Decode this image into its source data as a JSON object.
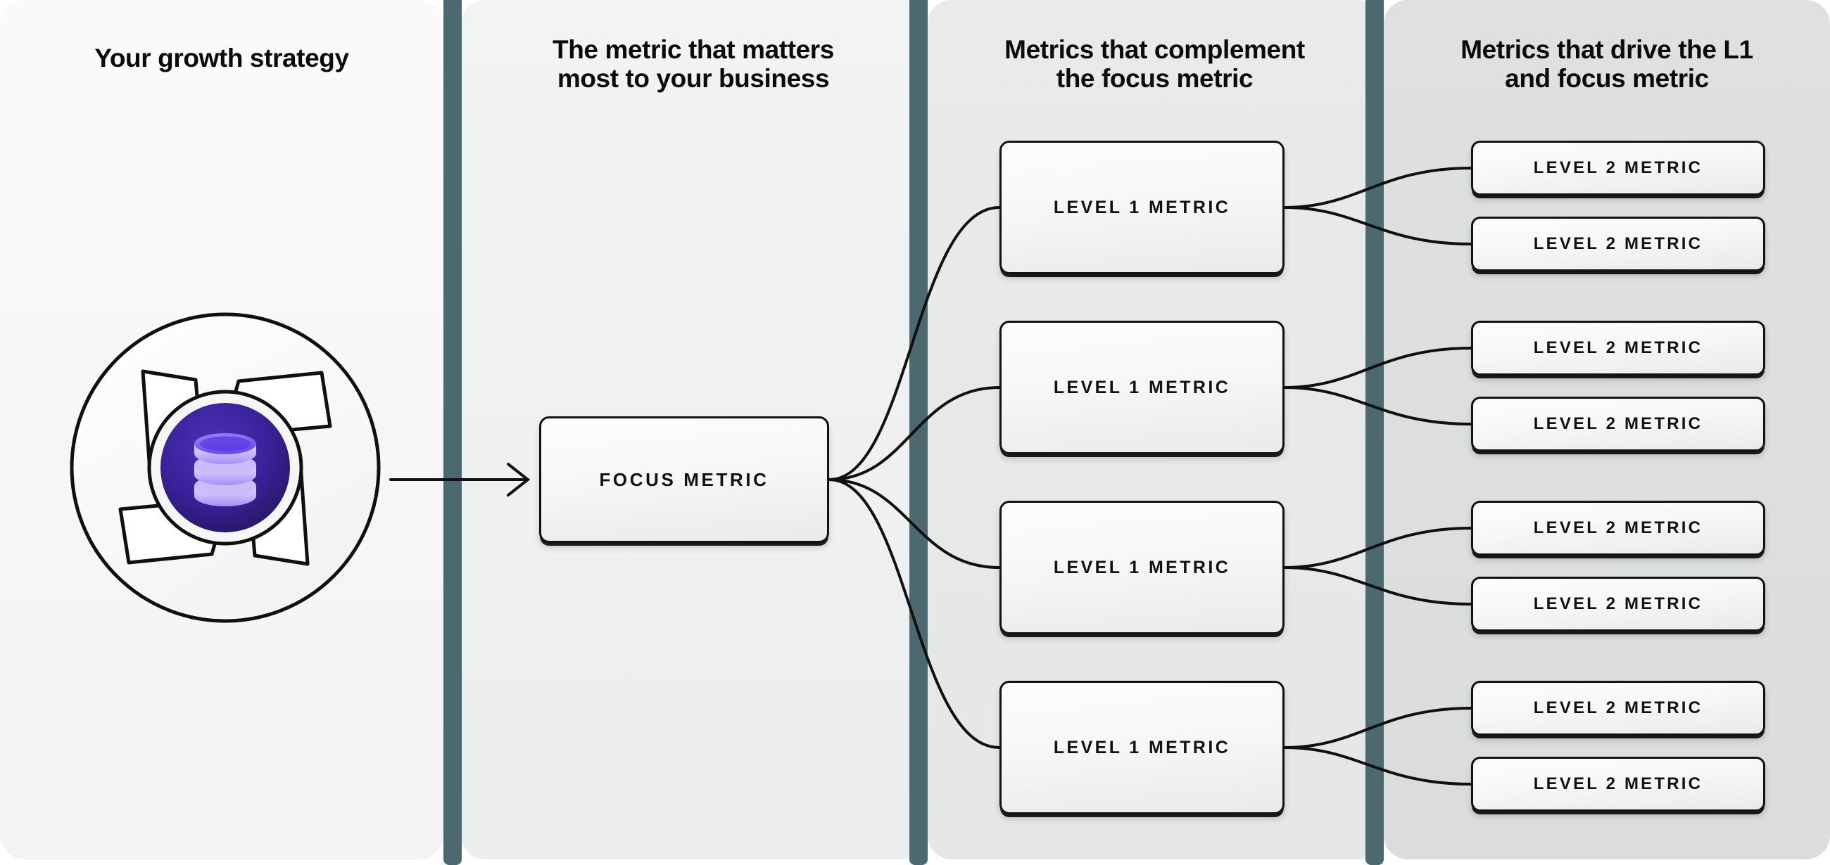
{
  "columns": [
    {
      "id": "growth-strategy",
      "title": "Your growth strategy"
    },
    {
      "id": "focus-metric",
      "title": "The metric that matters\nmost to your business"
    },
    {
      "id": "level-1",
      "title": "Metrics that complement\nthe focus metric"
    },
    {
      "id": "level-2",
      "title": "Metrics that drive the L1\nand focus metric"
    }
  ],
  "logo": {
    "name": "aperture-database-logo",
    "icon": "database-icon",
    "ring_color": "#ffffff",
    "core_color": "#2a1b63",
    "disk_color": "#7c5cf5",
    "disk_highlight": "#cfc2fb",
    "outline_color": "#101010"
  },
  "focus_node": {
    "label": "FOCUS METRIC"
  },
  "level1_nodes": [
    {
      "label": "LEVEL 1 METRIC"
    },
    {
      "label": "LEVEL 1 METRIC"
    },
    {
      "label": "LEVEL 1 METRIC"
    },
    {
      "label": "LEVEL 1 METRIC"
    }
  ],
  "level2_nodes": [
    {
      "label": "LEVEL 2 METRIC"
    },
    {
      "label": "LEVEL 2 METRIC"
    },
    {
      "label": "LEVEL 2 METRIC"
    },
    {
      "label": "LEVEL 2 METRIC"
    },
    {
      "label": "LEVEL 2 METRIC"
    },
    {
      "label": "LEVEL 2 METRIC"
    },
    {
      "label": "LEVEL 2 METRIC"
    },
    {
      "label": "LEVEL 2 METRIC"
    }
  ],
  "colors": {
    "divider": "#4d6970",
    "panel_1": "#f7f7f7",
    "panel_2": "#eff0f0",
    "panel_3": "#e7e8e8",
    "panel_4": "#dddede",
    "node_border": "#121212",
    "text": "#0b0b0b"
  },
  "connectors": {
    "strategy_to_focus": "arrow",
    "focus_to_level1": "curve-fan",
    "level1_to_level2": "curve-fork"
  }
}
